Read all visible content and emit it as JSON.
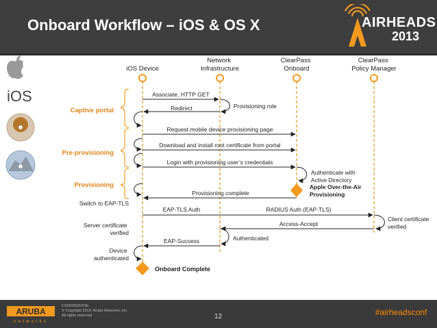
{
  "header": {
    "title": "Onboard Workflow – iOS & OS X",
    "logo_brand": "AIRHEADS",
    "logo_year": "2013"
  },
  "lifelines": [
    {
      "label_lines": [
        "iOS Device"
      ]
    },
    {
      "label_lines": [
        "Network",
        "Infrastructure"
      ]
    },
    {
      "label_lines": [
        "ClearPass",
        "Onboard"
      ]
    },
    {
      "label_lines": [
        "ClearPass",
        "Policy Manager"
      ]
    }
  ],
  "phases": [
    {
      "label": "Captive portal"
    },
    {
      "label": "Pre-provisioning"
    },
    {
      "label": "Provisioning"
    }
  ],
  "messages": [
    {
      "label": "Associate, HTTP GET"
    },
    {
      "label": "Redirect"
    },
    {
      "label": "Provisioning role"
    },
    {
      "label": "Request mobile device provisioning page"
    },
    {
      "label": "Download and install root certificate from portal"
    },
    {
      "label": "Login with provisioning user’s credentials"
    },
    {
      "label_lines": [
        "Authenticate with",
        "Active Directory"
      ]
    },
    {
      "label_lines": [
        "Apple Over-the-Air",
        "Provisioning"
      ]
    },
    {
      "label": "Provisioning complete"
    },
    {
      "label": "EAP-TLS Auth"
    },
    {
      "label": "RADIUS Auth (EAP-TLS)"
    },
    {
      "label_lines": [
        "Client certificate",
        "verified"
      ]
    },
    {
      "label": "Access-Accept"
    },
    {
      "label": "Authenticated"
    },
    {
      "label": "EAP-Success"
    }
  ],
  "side_notes": [
    {
      "label_lines": [
        "Switch to EAP-TLS"
      ]
    },
    {
      "label_lines": [
        "Server certificate",
        "verified"
      ]
    },
    {
      "label_lines": [
        "Device",
        "authenticated"
      ]
    }
  ],
  "onboard_complete": "Onboard Complete",
  "footer": {
    "confidential_lines": [
      "CONFIDENTIAL",
      "© Copyright 2013. Aruba Networks, Inc.",
      "All rights reserved"
    ],
    "page_number": "12",
    "hashtag": "#airheadsconf",
    "aruba_brand": "ARUBA",
    "aruba_sub": "networks"
  },
  "colors": {
    "header_bg": "#3e3e3e",
    "accent_orange": "#f39a1e",
    "phase_text": "#e0841a",
    "line": "#333333",
    "lifeline_dash": "#e8a33a"
  },
  "icons": [
    "apple-logo-icon",
    "ios-logo-icon",
    "os-x-lion-disc-icon",
    "os-x-mountain-lion-icon"
  ]
}
